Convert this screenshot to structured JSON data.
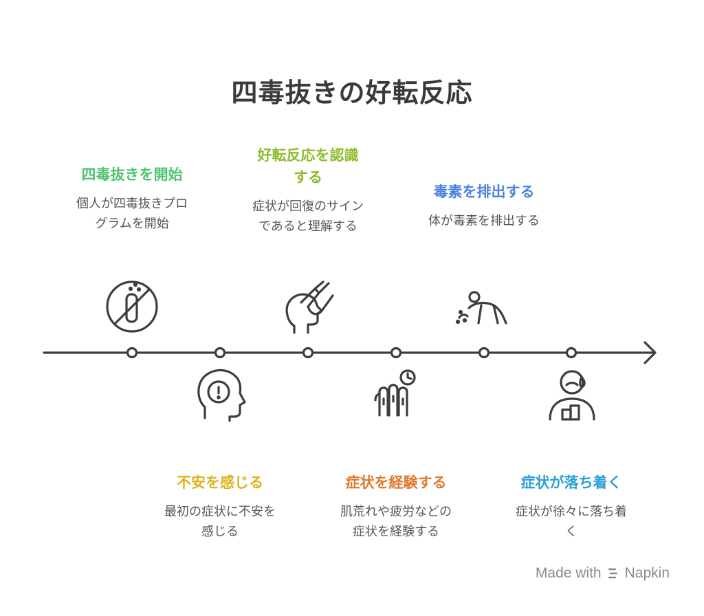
{
  "title": "四毒抜きの好転反応",
  "steps": [
    {
      "title": "四毒抜きを開始",
      "desc_lines": [
        "個人が四毒抜きプロ",
        "グラムを開始"
      ],
      "color": "#4ec36e"
    },
    {
      "title": "不安を感じる",
      "desc_lines": [
        "最初の症状に不安を",
        "感じる"
      ],
      "color": "#dcb31f"
    },
    {
      "title_lines": [
        "好転反応を認識",
        "する"
      ],
      "desc_lines": [
        "症状が回復のサイン",
        "であると理解する"
      ],
      "color": "#8cbc2b"
    },
    {
      "title": "症状を経験する",
      "desc_lines": [
        "肌荒れや疲労などの",
        "症状を経験する"
      ],
      "color": "#e07a2c"
    },
    {
      "title": "毒素を排出する",
      "desc_lines": [
        "体が毒素を排出する"
      ],
      "color": "#4a83e0"
    },
    {
      "title": "症状が落ち着く",
      "desc_lines": [
        "症状が徐々に落ち着",
        "く"
      ],
      "color": "#2c9fd9"
    }
  ],
  "icons": [
    "no-test-tube-icon",
    "head-exclamation-icon",
    "hand-head-icon",
    "fingers-clock-icon",
    "crawling-person-icon",
    "sad-person-icon"
  ],
  "footer": {
    "made_with": "Made with",
    "brand": "Napkin"
  },
  "colors": {
    "line": "#3d3d3d",
    "text": "#555555",
    "title": "#3a3a3a"
  }
}
